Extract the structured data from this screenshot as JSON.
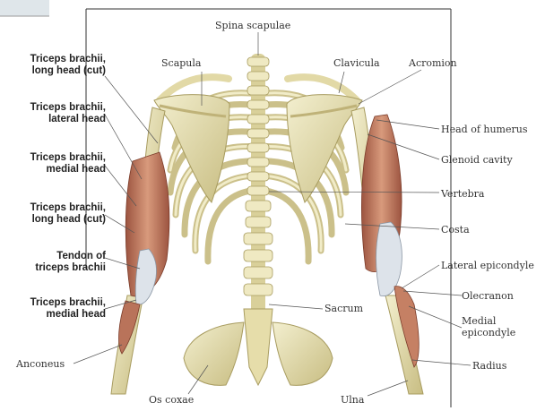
{
  "labels": {
    "spina_scapulae": "Spina scapulae",
    "scapula": "Scapula",
    "clavicula": "Clavicula",
    "acromion": "Acromion",
    "head_of_humerus": "Head of humerus",
    "glenoid_cavity": "Glenoid cavity",
    "vertebra": "Vertebra",
    "costa": "Costa",
    "lateral_epicondyle": "Lateral epicondyle",
    "olecranon": "Olecranon",
    "medial_epicondyle": "Medial epicondyle",
    "radius": "Radius",
    "ulna": "Ulna",
    "os_coxae": "Os coxae",
    "sacrum": "Sacrum",
    "anconeus": "Anconeus",
    "triceps_long_head_1": "Triceps brachii, long head (cut)",
    "triceps_lateral_head": "Triceps brachii, lateral head",
    "triceps_medial_head_1": "Triceps brachii, medial head",
    "triceps_long_head_2": "Triceps brachii, long head (cut)",
    "tendon_triceps": "Tendon of triceps brachii",
    "triceps_medial_head_2": "Triceps brachii, medial head"
  },
  "label_lines": {
    "triceps_long_head_1": [
      "Triceps brachii,",
      "long head (cut)"
    ],
    "triceps_lateral_head": [
      "Triceps brachii,",
      "lateral head"
    ],
    "triceps_medial_head_1": [
      "Triceps brachii,",
      "medial head"
    ],
    "triceps_long_head_2": [
      "Triceps brachii,",
      "long head (cut)"
    ],
    "tendon_triceps": [
      "Tendon of",
      "triceps brachii"
    ],
    "triceps_medial_head_2": [
      "Triceps brachii,",
      "medial head"
    ],
    "medial_epicondyle": [
      "Medial",
      "epicondyle"
    ]
  },
  "colors": {
    "bone": "#e8e2b0",
    "bone_shadow": "#b8ae74",
    "muscle": "#c98a6e",
    "muscle_dark": "#8f4e3a",
    "background": "#ffffff",
    "leader": "#555555"
  }
}
